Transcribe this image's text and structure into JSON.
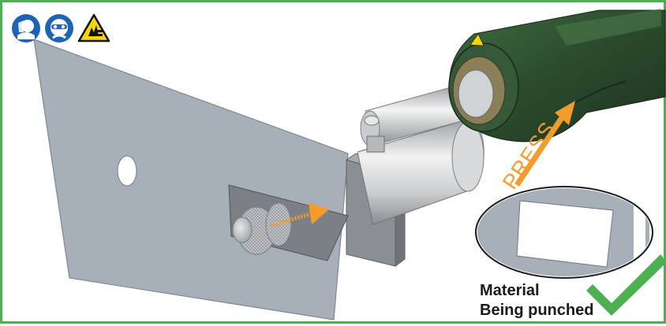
{
  "safety_icons": [
    {
      "name": "face-shield-mandatory-icon",
      "color": "#1f64b4"
    },
    {
      "name": "eye-protection-mandatory-icon",
      "color": "#1f64b4"
    },
    {
      "name": "hand-crush-warning-icon",
      "color": "#f5d40f"
    }
  ],
  "labels": {
    "press": "PRESS",
    "caption_line1": "Material",
    "caption_line2": "Being punched"
  },
  "colors": {
    "frame": "#4caf50",
    "arrow": "#f39c2c",
    "check": "#4caf50",
    "plate": "#a9b0b9",
    "tool_body": "#2d4a2e"
  }
}
